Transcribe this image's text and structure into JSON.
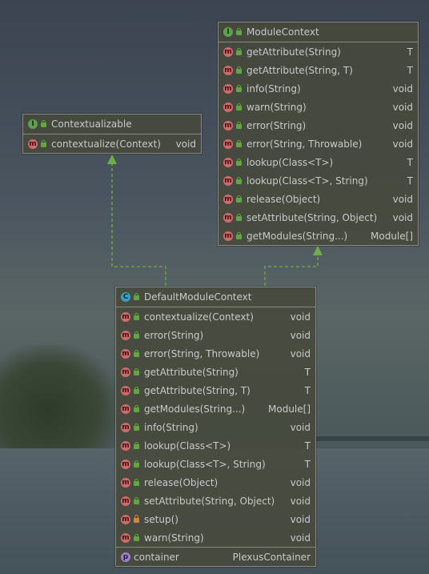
{
  "contextualizable": {
    "title": "Contextualizable",
    "methods": [
      {
        "name": "contextualize(Context)",
        "type": "void"
      }
    ]
  },
  "module_context": {
    "title": "ModuleContext",
    "methods": [
      {
        "name": "getAttribute(String)",
        "type": "T"
      },
      {
        "name": "getAttribute(String, T)",
        "type": "T"
      },
      {
        "name": "info(String)",
        "type": "void"
      },
      {
        "name": "warn(String)",
        "type": "void"
      },
      {
        "name": "error(String)",
        "type": "void"
      },
      {
        "name": "error(String, Throwable)",
        "type": "void"
      },
      {
        "name": "lookup(Class<T>)",
        "type": "T"
      },
      {
        "name": "lookup(Class<T>, String)",
        "type": "T"
      },
      {
        "name": "release(Object)",
        "type": "void"
      },
      {
        "name": "setAttribute(String, Object)",
        "type": "void"
      },
      {
        "name": "getModules(String...)",
        "type": "Module[]"
      }
    ]
  },
  "default_module_context": {
    "title": "DefaultModuleContext",
    "methods": [
      {
        "name": "contextualize(Context)",
        "type": "void",
        "visibility": "public"
      },
      {
        "name": "error(String)",
        "type": "void",
        "visibility": "public"
      },
      {
        "name": "error(String, Throwable)",
        "type": "void",
        "visibility": "public"
      },
      {
        "name": "getAttribute(String)",
        "type": "T",
        "visibility": "public"
      },
      {
        "name": "getAttribute(String, T)",
        "type": "T",
        "visibility": "public"
      },
      {
        "name": "getModules(String...)",
        "type": "Module[]",
        "visibility": "public"
      },
      {
        "name": "info(String)",
        "type": "void",
        "visibility": "public"
      },
      {
        "name": "lookup(Class<T>)",
        "type": "T",
        "visibility": "public"
      },
      {
        "name": "lookup(Class<T>, String)",
        "type": "T",
        "visibility": "public"
      },
      {
        "name": "release(Object)",
        "type": "void",
        "visibility": "public"
      },
      {
        "name": "setAttribute(String, Object)",
        "type": "void",
        "visibility": "public"
      },
      {
        "name": "setup()",
        "type": "void",
        "visibility": "private"
      },
      {
        "name": "warn(String)",
        "type": "void",
        "visibility": "public"
      }
    ],
    "fields": [
      {
        "name": "container",
        "type": "PlexusContainer"
      }
    ]
  },
  "badges": {
    "interface": "I",
    "class": "C",
    "method": "m",
    "property": "p"
  },
  "colors": {
    "interface": "#5fa04e",
    "class": "#3aa0c0",
    "method": "#d06a6a",
    "property": "#9a80c8",
    "arrow": "#6fae48"
  }
}
